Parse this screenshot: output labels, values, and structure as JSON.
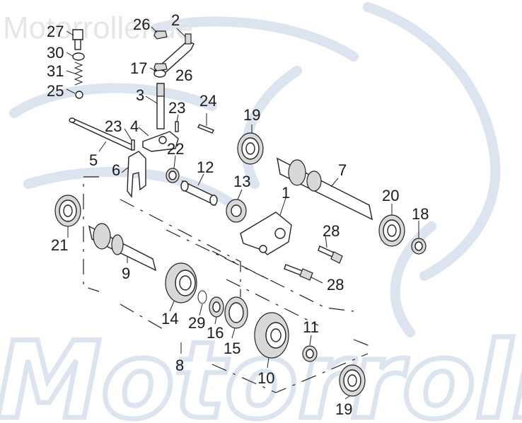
{
  "watermark": {
    "top_text": "Motorroller.de",
    "bottom_text": "Motorroller"
  },
  "callouts": [
    "27",
    "30",
    "31",
    "25",
    "26",
    "2",
    "17",
    "26",
    "3",
    "23",
    "24",
    "4",
    "23",
    "5",
    "22",
    "6",
    "12",
    "19",
    "13",
    "7",
    "1",
    "20",
    "18",
    "21",
    "28",
    "9",
    "28",
    "14",
    "29",
    "16",
    "15",
    "11",
    "10",
    "8",
    "19"
  ],
  "colors": {
    "line": "#222222",
    "watermark_logo": "#dbe4ef",
    "watermark_text": "#e6e6e6"
  }
}
